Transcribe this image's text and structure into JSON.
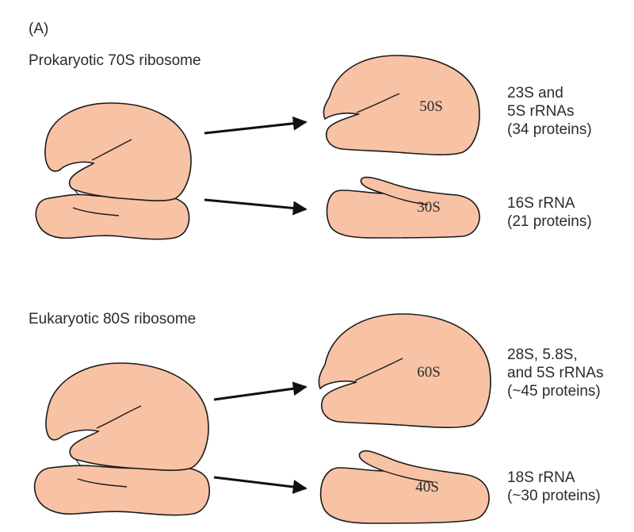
{
  "panel_label": "(A)",
  "colors": {
    "fill": "#f8c2a4",
    "stroke": "#1a1a1a",
    "arrow": "#111111",
    "text": "#2b2b2b"
  },
  "prokaryotic": {
    "title": "Prokaryotic 70S ribosome",
    "large_subunit": {
      "label": "50S",
      "desc": [
        "23S and",
        "5S rRNAs",
        "(34 proteins)"
      ]
    },
    "small_subunit": {
      "label": "30S",
      "desc": [
        "16S rRNA",
        "(21 proteins)"
      ]
    }
  },
  "eukaryotic": {
    "title": "Eukaryotic 80S ribosome",
    "large_subunit": {
      "label": "60S",
      "desc": [
        "28S, 5.8S,",
        "and 5S rRNAs",
        "(~45 proteins)"
      ]
    },
    "small_subunit": {
      "label": "40S",
      "desc": [
        "18S rRNA",
        "(~30 proteins)"
      ]
    }
  }
}
